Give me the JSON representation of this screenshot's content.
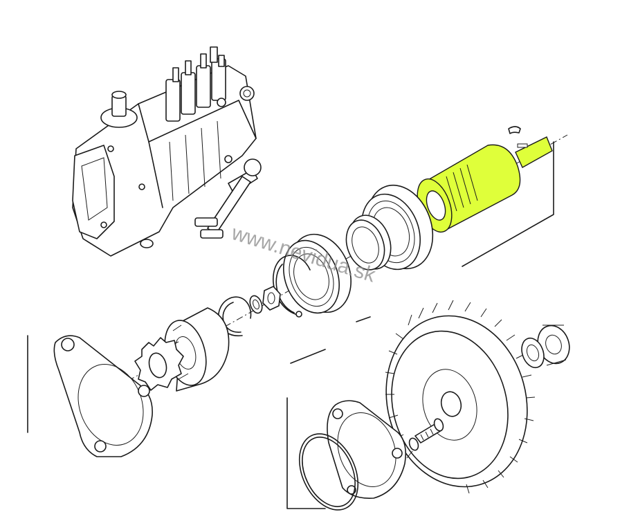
{
  "watermark": {
    "text": "www.nevidua.sk"
  },
  "colors": {
    "line": "#1a1a1a",
    "highlight": "#dfff3a",
    "background": "#ffffff",
    "watermark": "#8a8a8a"
  },
  "parts": [
    {
      "name": "injection-pump"
    },
    {
      "name": "drive-shaft-highlighted"
    },
    {
      "name": "woodruff-key"
    },
    {
      "name": "ball-bearing-large"
    },
    {
      "name": "spacer-ring"
    },
    {
      "name": "ball-bearing-small"
    },
    {
      "name": "snap-ring"
    },
    {
      "name": "hex-nut"
    },
    {
      "name": "washer"
    },
    {
      "name": "retaining-ring"
    },
    {
      "name": "coupling-hub"
    },
    {
      "name": "spline-gear"
    },
    {
      "name": "flange-plate"
    },
    {
      "name": "timing-gear"
    },
    {
      "name": "bearing-nut"
    },
    {
      "name": "cover-plate"
    },
    {
      "name": "o-ring"
    },
    {
      "name": "stud-bolt"
    }
  ]
}
